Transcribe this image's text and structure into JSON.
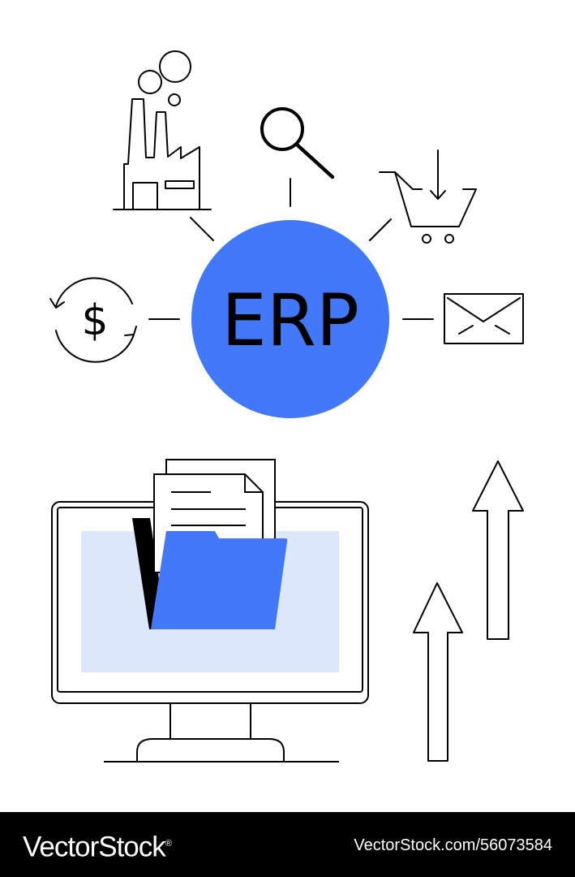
{
  "illustration": {
    "hub_label": "ERP",
    "hub_color": "#4279fa",
    "folder_color": "#4279fa",
    "screen_color": "#dde7fb",
    "satellite_icons": [
      "factory-icon",
      "search-icon",
      "shopping-cart-icon",
      "dollar-cycle-icon",
      "envelope-icon"
    ],
    "lower_icons": [
      "monitor-icon",
      "folder-icon",
      "document-icon",
      "arrow-up-icon"
    ]
  },
  "footer": {
    "brand": "VectorStock",
    "brand_mark": "®",
    "image_id": "VectorStock.com/56073584"
  }
}
